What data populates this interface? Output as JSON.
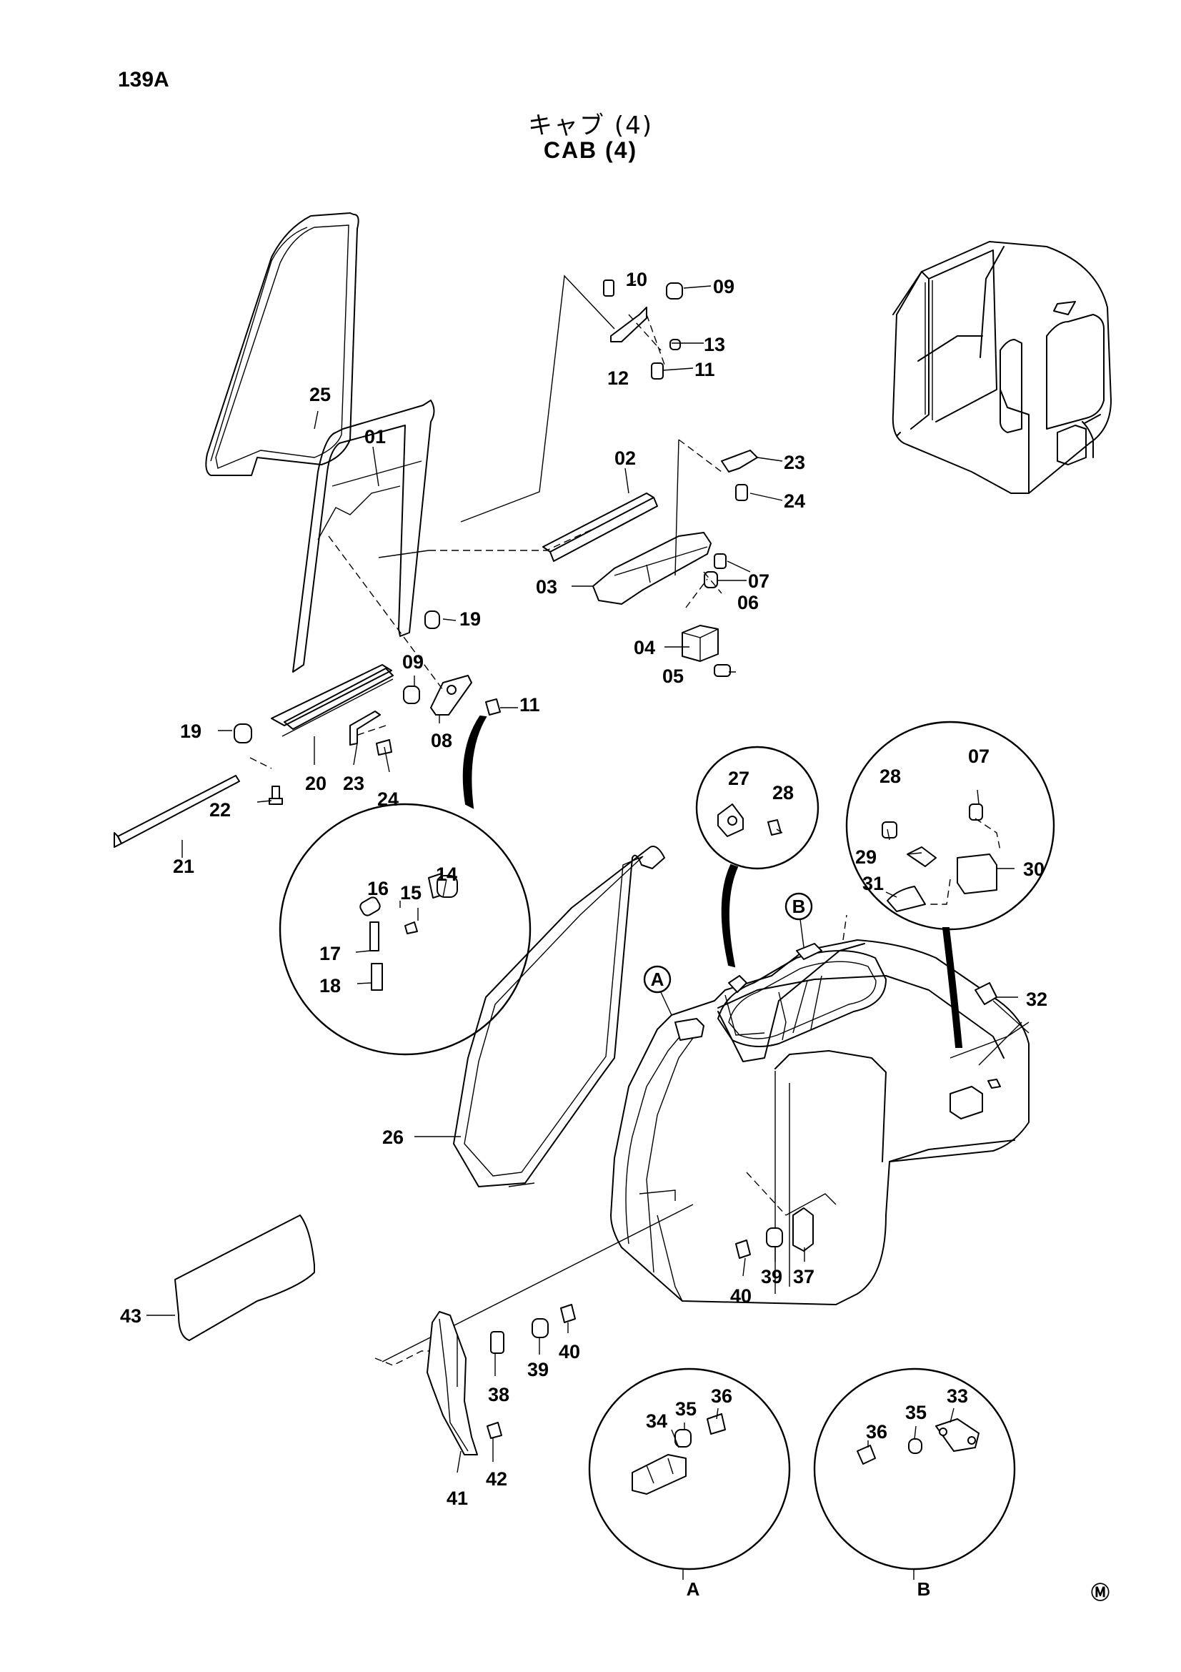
{
  "page": {
    "code": "139A",
    "title_jp": "キャブ (4)",
    "title_en": "CAB (4)",
    "mark": "Ⓜ"
  },
  "labels": {
    "p01": "01",
    "p02": "02",
    "p03": "03",
    "p04": "04",
    "p05": "05",
    "p06": "06",
    "p07a": "07",
    "p07b": "07",
    "p08": "08",
    "p09a": "09",
    "p09b": "09",
    "p10": "10",
    "p11a": "11",
    "p11b": "11",
    "p12": "12",
    "p13": "13",
    "p14": "14",
    "p15": "15",
    "p16": "16",
    "p17": "17",
    "p18": "18",
    "p19a": "19",
    "p19b": "19",
    "p20": "20",
    "p21": "21",
    "p22": "22",
    "p23a": "23",
    "p23b": "23",
    "p24a": "24",
    "p24b": "24",
    "p25": "25",
    "p26": "26",
    "p27": "27",
    "p28a": "28",
    "p28b": "28",
    "p29": "29",
    "p30": "30",
    "p31": "31",
    "p32": "32",
    "p33": "33",
    "p34": "34",
    "p35a": "35",
    "p35b": "35",
    "p36a": "36",
    "p36b": "36",
    "p37": "37",
    "p38": "38",
    "p39a": "39",
    "p39b": "39",
    "p40a": "40",
    "p40b": "40",
    "p41": "41",
    "p42": "42",
    "p43": "43"
  },
  "callouts": {
    "a_marker": "A",
    "b_marker": "B",
    "a_detail": "A",
    "b_detail": "B"
  }
}
